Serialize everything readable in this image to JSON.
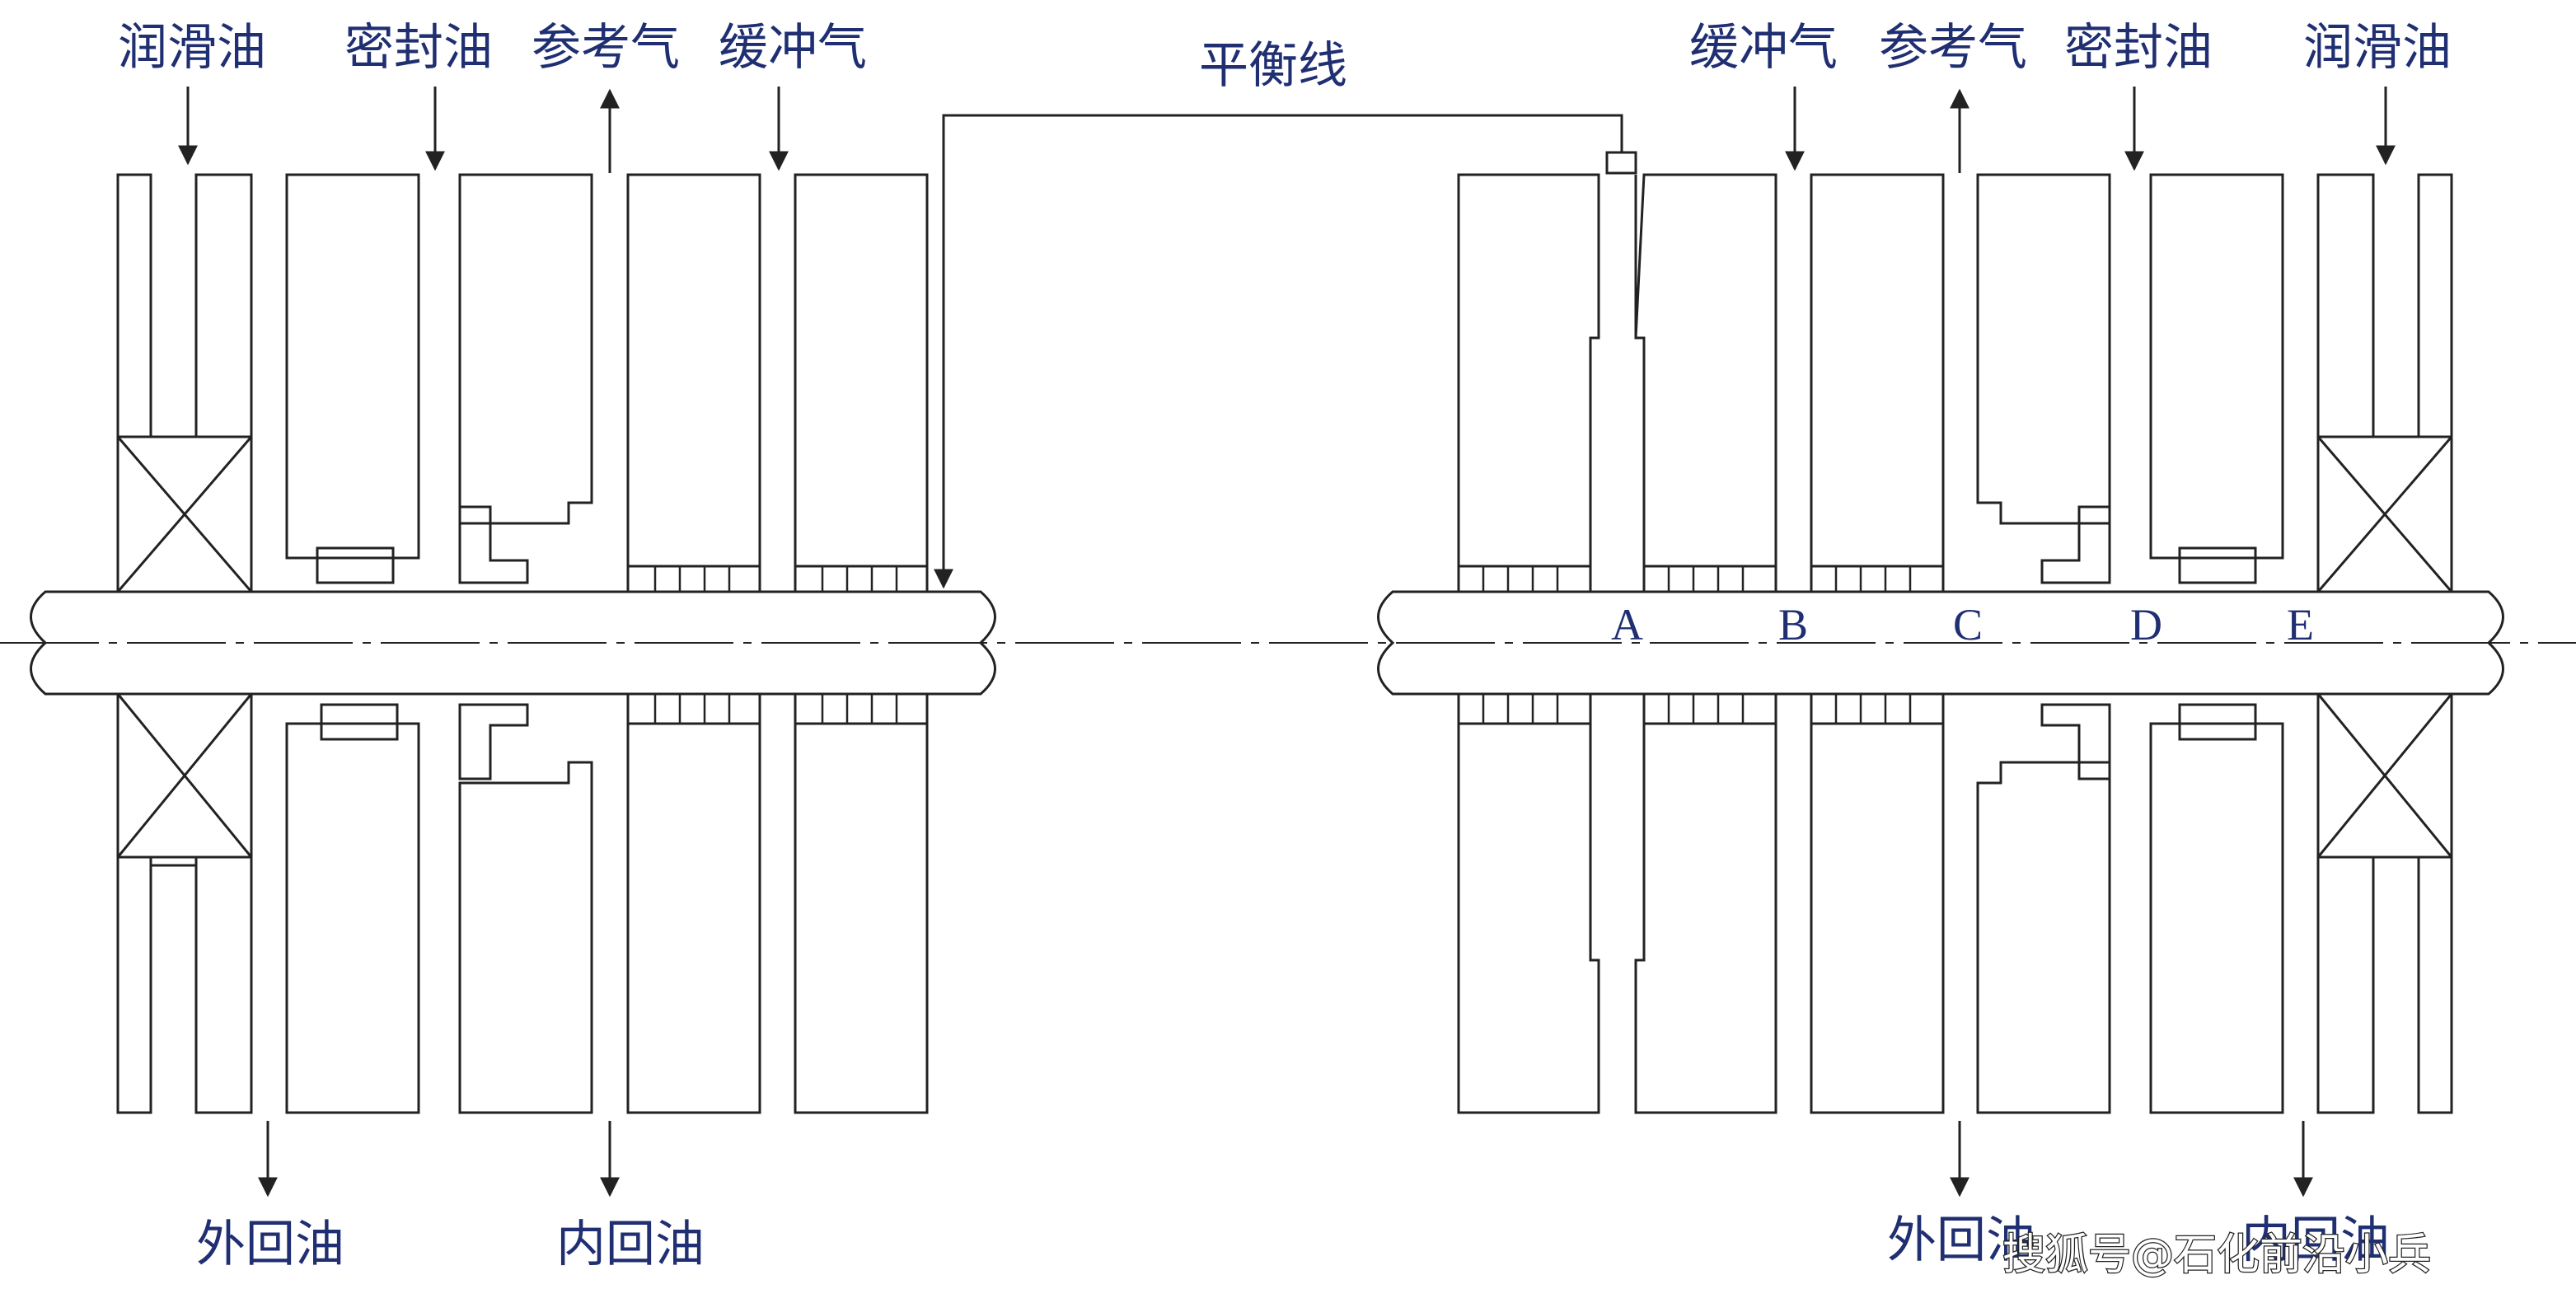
{
  "diagram": {
    "line_color": "#222222",
    "label_color": "#1f2f72",
    "balance_line": "平衡线",
    "left": {
      "top_labels": [
        "润滑油",
        "密封油",
        "参考气",
        "缓冲气"
      ],
      "bottom_labels": [
        "外回油",
        "内回油"
      ]
    },
    "right": {
      "top_labels": [
        "缓冲气",
        "参考气",
        "密封油",
        "润滑油"
      ],
      "bottom_labels": [
        "外回油",
        "内回油"
      ],
      "zone_labels": [
        "A",
        "B",
        "C",
        "D",
        "E"
      ]
    },
    "watermark": "搜狐号@石化前沿小兵"
  }
}
